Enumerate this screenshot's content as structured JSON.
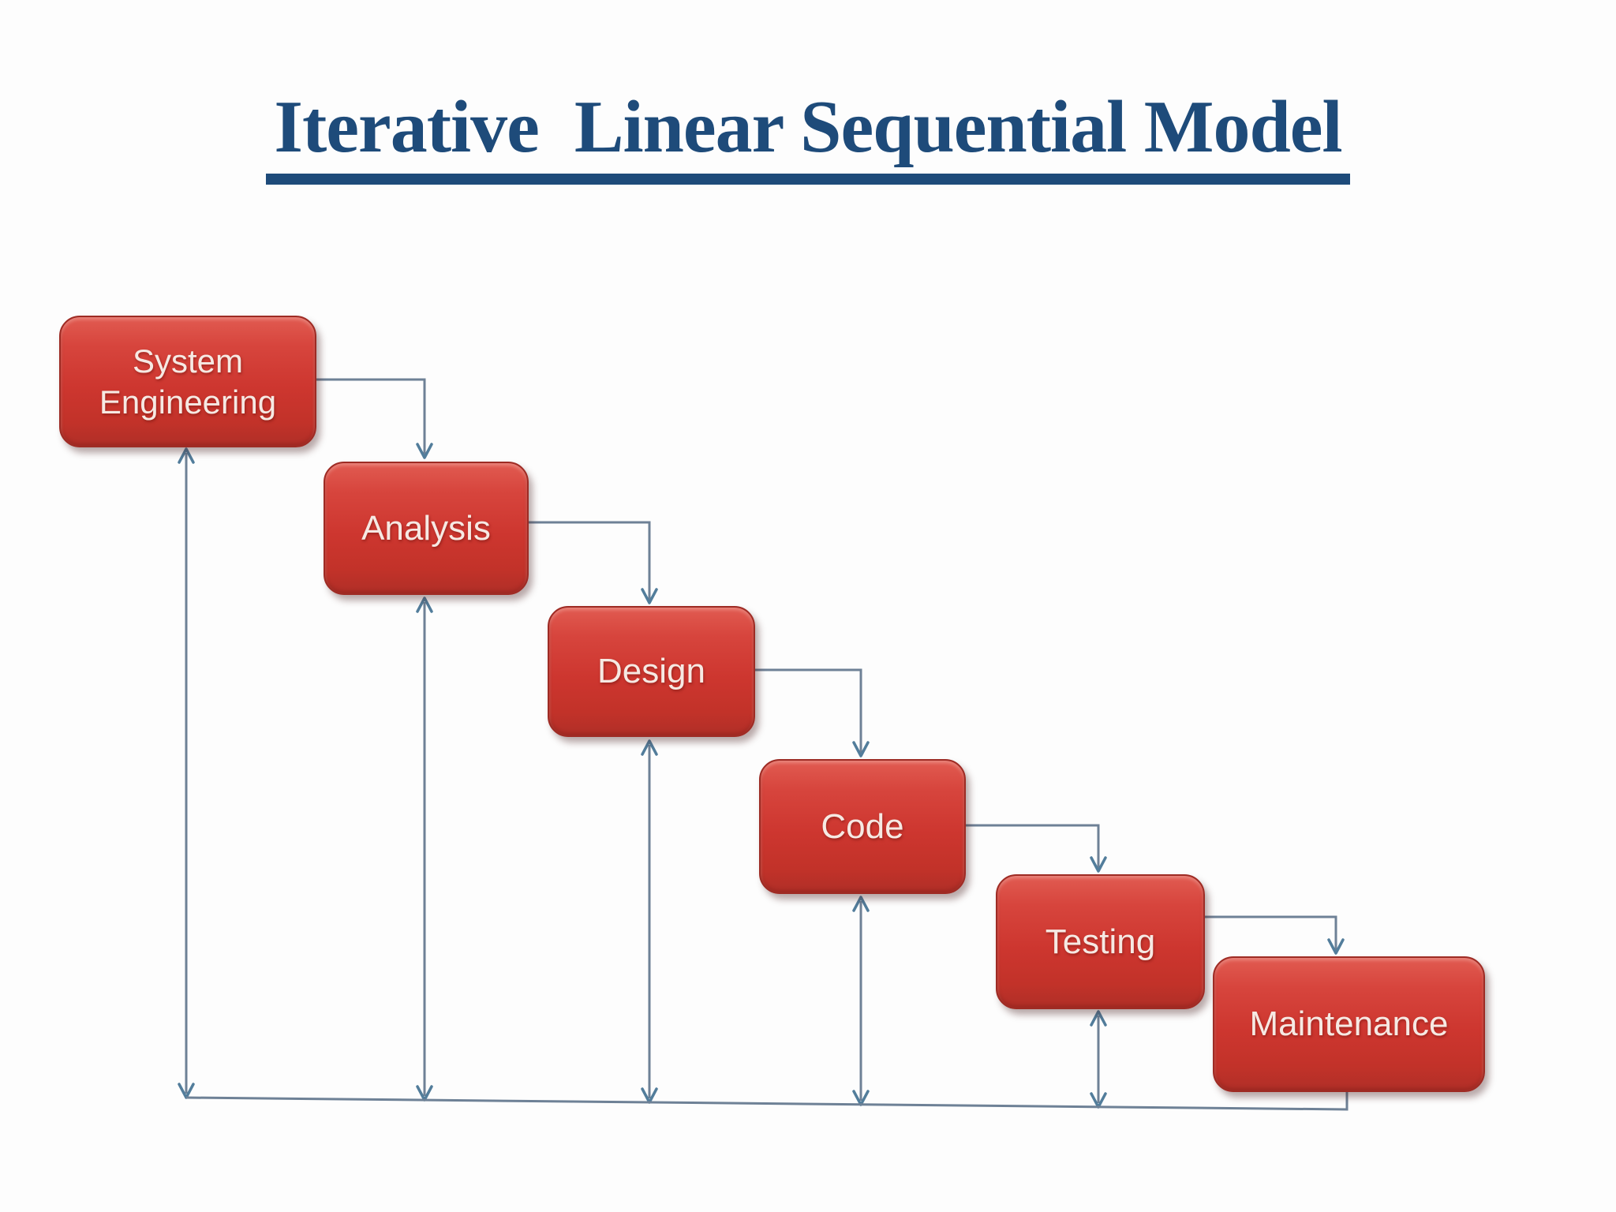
{
  "title": {
    "text": "Iterative  Linear Sequential Model"
  },
  "diagram": {
    "type": "flow-diagram",
    "name": "iterative-linear-sequential-model",
    "phases": [
      {
        "id": "system-engineering",
        "label": "System Engineering",
        "line1": "System",
        "line2": "Engineering"
      },
      {
        "id": "analysis",
        "label": "Analysis"
      },
      {
        "id": "design",
        "label": "Design"
      },
      {
        "id": "code",
        "label": "Code"
      },
      {
        "id": "testing",
        "label": "Testing"
      },
      {
        "id": "maintenance",
        "label": "Maintenance"
      }
    ],
    "forward_flow": [
      {
        "from": "System Engineering",
        "to": "Analysis"
      },
      {
        "from": "Analysis",
        "to": "Design"
      },
      {
        "from": "Design",
        "to": "Code"
      },
      {
        "from": "Code",
        "to": "Testing"
      },
      {
        "from": "Testing",
        "to": "Maintenance"
      }
    ],
    "feedback": {
      "description": "Double-headed vertical arrows link each phase to a common feedback line that returns from Maintenance",
      "connected_phases": [
        "System Engineering",
        "Analysis",
        "Design",
        "Code",
        "Testing"
      ],
      "source": "Maintenance"
    },
    "colors": {
      "title": "#1e4b7a",
      "box_fill_light": "#e15b51",
      "box_fill": "#cd362f",
      "box_fill_dark": "#b02f28",
      "box_border": "#9e2b24",
      "box_text": "#f6e9e3",
      "connector_line": "#6e8196",
      "arrowhead": "#527d9b",
      "background": "#fdfdfd"
    }
  }
}
